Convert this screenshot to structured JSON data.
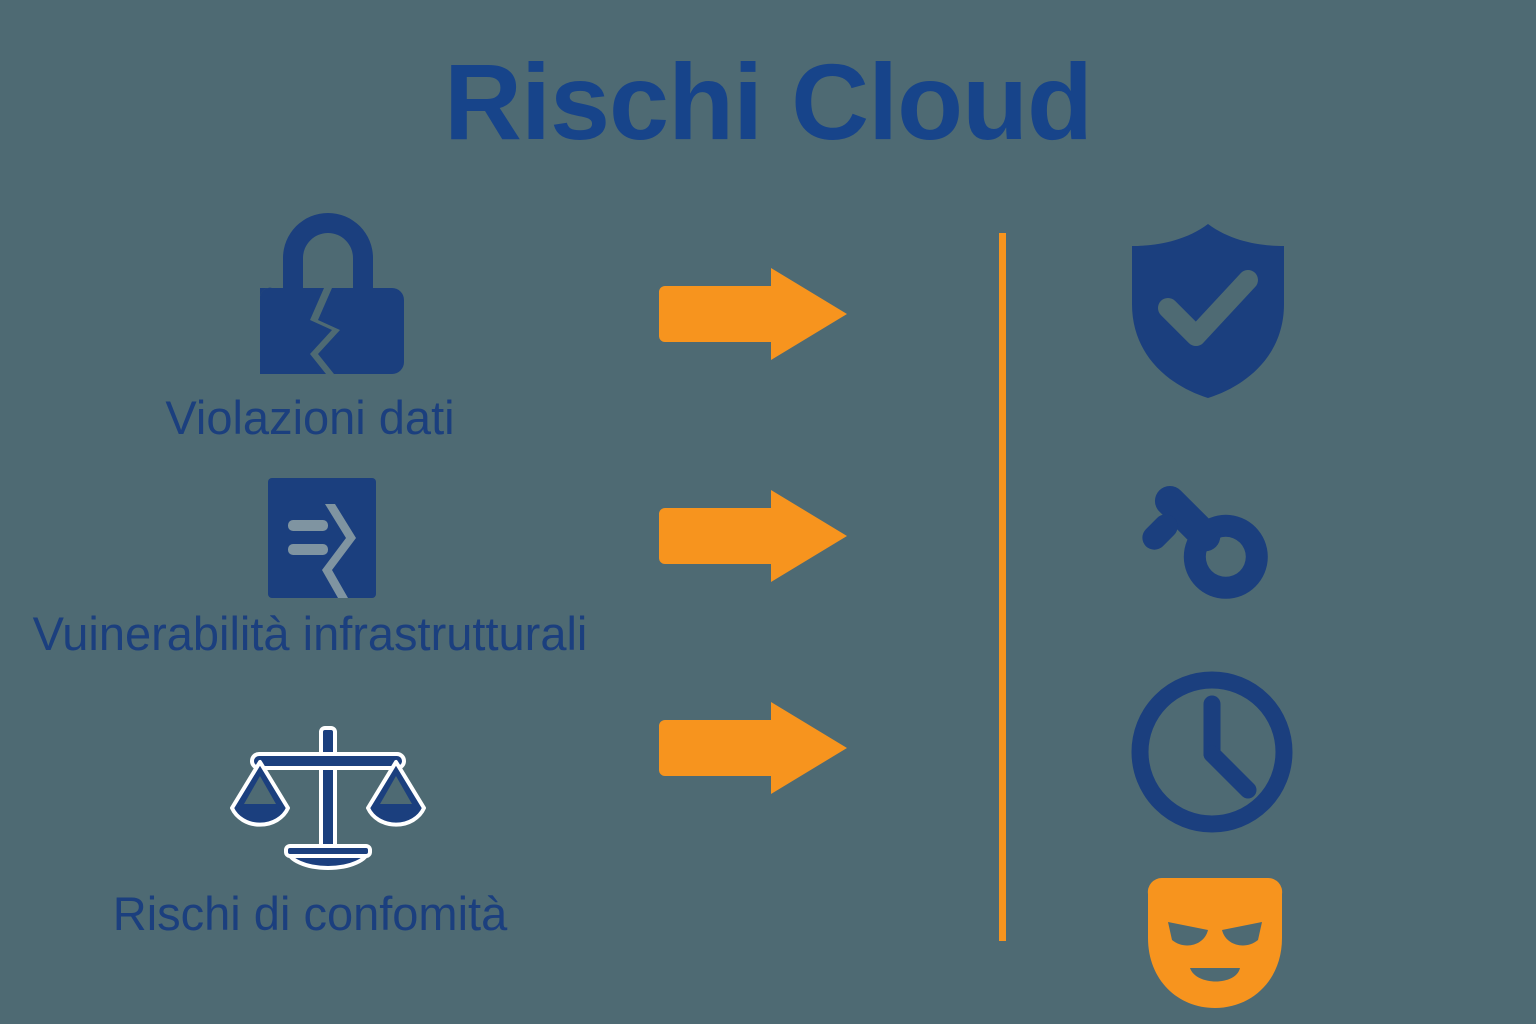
{
  "page": {
    "title": "Rischi Cloud",
    "background_color": "#4e6a73",
    "primary_color": "#1b3f7e",
    "accent_color": "#f7941e",
    "title_color": "#17448a"
  },
  "risks": [
    {
      "label": "Violazioni dati",
      "icon": "broken-padlock-icon",
      "color": "#1b3f7e"
    },
    {
      "label": "Vuinerabilità infrastrutturali",
      "icon": "torn-document-icon",
      "color": "#1b3f7e"
    },
    {
      "label": "Rischi di confomità",
      "icon": "balance-scales-icon",
      "color": "#1b3f7e"
    }
  ],
  "arrows": [
    {
      "name": "arrow-right-icon",
      "color": "#f7941e"
    },
    {
      "name": "arrow-right-icon",
      "color": "#f7941e"
    },
    {
      "name": "arrow-right-icon",
      "color": "#f7941e"
    }
  ],
  "divider": {
    "name": "vertical-divider",
    "color": "#f7941e"
  },
  "protections": [
    {
      "icon": "shield-check-icon",
      "color": "#1b3f7e"
    },
    {
      "icon": "key-icon",
      "color": "#1b3f7e"
    },
    {
      "icon": "clock-icon",
      "color": "#1b3f7e"
    },
    {
      "icon": "mask-icon",
      "color": "#f7941e"
    }
  ]
}
